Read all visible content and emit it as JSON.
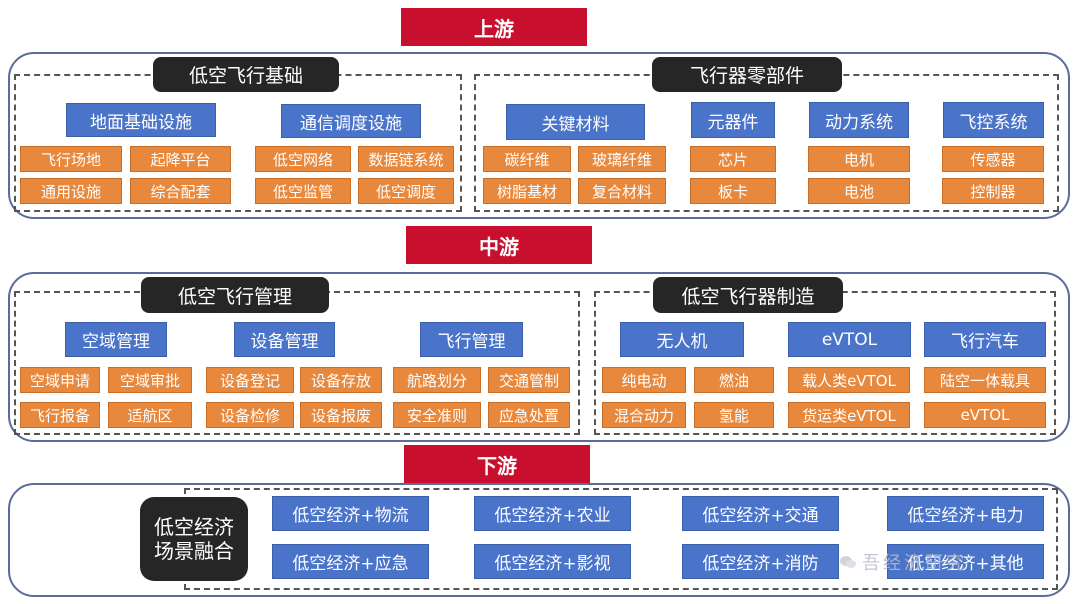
{
  "upstream": {
    "header": "上游",
    "left": {
      "title": "低空飞行基础",
      "groups": [
        {
          "name": "地面基础设施",
          "items": [
            "飞行场地",
            "起降平台",
            "通用设施",
            "综合配套"
          ]
        },
        {
          "name": "通信调度设施",
          "items": [
            "低空网络",
            "数据链系统",
            "低空监管",
            "低空调度"
          ]
        }
      ]
    },
    "right": {
      "title": "飞行器零部件",
      "groups": [
        {
          "name": "关键材料",
          "items": [
            "碳纤维",
            "玻璃纤维",
            "树脂基材",
            "复合材料"
          ]
        },
        {
          "name": "元器件",
          "items": [
            "芯片",
            "板卡"
          ]
        },
        {
          "name": "动力系统",
          "items": [
            "电机",
            "电池"
          ]
        },
        {
          "name": "飞控系统",
          "items": [
            "传感器",
            "控制器"
          ]
        }
      ]
    }
  },
  "midstream": {
    "header": "中游",
    "left": {
      "title": "低空飞行管理",
      "groups": [
        {
          "name": "空域管理",
          "items": [
            "空域申请",
            "空域审批",
            "飞行报备",
            "适航区"
          ]
        },
        {
          "name": "设备管理",
          "items": [
            "设备登记",
            "设备存放",
            "设备检修",
            "设备报废"
          ]
        },
        {
          "name": "飞行管理",
          "items": [
            "航路划分",
            "交通管制",
            "安全准则",
            "应急处置"
          ]
        }
      ]
    },
    "right": {
      "title": "低空飞行器制造",
      "groups": [
        {
          "name": "无人机",
          "items": [
            "纯电动",
            "燃油",
            "混合动力",
            "氢能"
          ]
        },
        {
          "name": "eVTOL",
          "items": [
            "载人类eVTOL",
            "货运类eVTOL"
          ]
        },
        {
          "name": "飞行汽车",
          "items": [
            "陆空一体载具",
            "eVTOL"
          ]
        }
      ]
    }
  },
  "downstream": {
    "header": "下游",
    "title_line1": "低空经济",
    "title_line2": "场景融合",
    "scenarios": [
      "低空经济+物流",
      "低空经济+农业",
      "低空经济+交通",
      "低空经济+电力",
      "低空经济+应急",
      "低空经济+影视",
      "低空经济+消防",
      "低空经济+其他"
    ]
  },
  "watermark": "吾经济研究",
  "colors": {
    "header_red": "#c8102e",
    "box_blue": "#4a74c9",
    "box_orange": "#e8883c",
    "label_dark": "#262626"
  }
}
